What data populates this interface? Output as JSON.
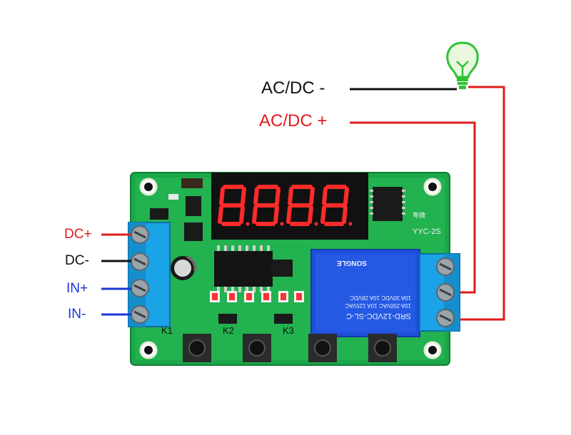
{
  "labels": {
    "ac_minus": "AC/DC  -",
    "ac_plus": "AC/DC  +",
    "dc_plus": "DC+",
    "dc_minus": "DC-",
    "in_plus": "IN+",
    "in_minus": "IN-"
  },
  "board": {
    "model": "YYC-2S",
    "chinese_mark": "粤微",
    "key_labels": [
      "K1",
      "K2",
      "K3"
    ]
  },
  "relay": {
    "brand": "SONGLE",
    "model": "SRD-12VDC-SL-C",
    "rating_1": "10A 250VAC  10A 125VAC",
    "rating_2": "10A 30VDC  10A 28VDC"
  },
  "colors": {
    "positive_wire": "#e01b1b",
    "negative_wire": "#111111",
    "input_wire": "#1a35d6",
    "pcb": "#1aa84a",
    "terminal": "#1aa3e6",
    "relay": "#1e4fd8",
    "segment": "#ff2a2a",
    "bulb": "#2fc235"
  },
  "icons": [
    "light-bulb-icon"
  ]
}
